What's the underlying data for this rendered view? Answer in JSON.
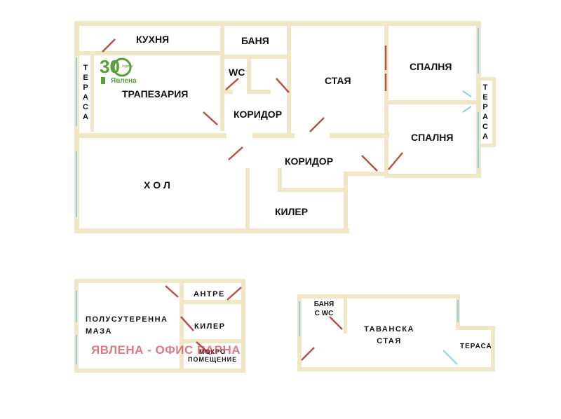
{
  "plan_top": {
    "rooms": {
      "kitchen": "КУХНЯ",
      "bathroom": "БАНЯ",
      "wc": "WC",
      "room": "СТАЯ",
      "bedroom_1": "СПАЛНЯ",
      "bedroom_2": "СПАЛНЯ",
      "terrace_left": "ТЕРАСА",
      "terrace_right": "ТЕРАСА",
      "dining": "ТРАПЕЗАРИЯ",
      "corridor_1": "КОРИДОР",
      "corridor_2": "КОРИДОР",
      "hall": "Х О Л",
      "pantry": "КИЛЕР"
    }
  },
  "plan_basement": {
    "rooms": {
      "vestibule": "АНТРЕ",
      "basement_floor": "ПОЛУСУТЕРЕННА МАЗА",
      "pantry": "КИЛЕР",
      "wet_room": "МОКРО ПОМЕЩЕНИЕ"
    }
  },
  "plan_attic": {
    "rooms": {
      "bath_wc": "БАНЯ С WC",
      "attic_room": "ТАВАНСКА СТАЯ",
      "terrace": "ТЕРАСА"
    }
  },
  "logo": {
    "number": "30",
    "suffix": "години",
    "brand": "Явлена"
  },
  "watermark": "ЯВЛЕНА - ОФИС ВАРНА",
  "colors": {
    "wall": "#efe7c5",
    "door": "#b5524c",
    "window": "#8fd0e6",
    "logo_green": "#5a9e3c"
  }
}
